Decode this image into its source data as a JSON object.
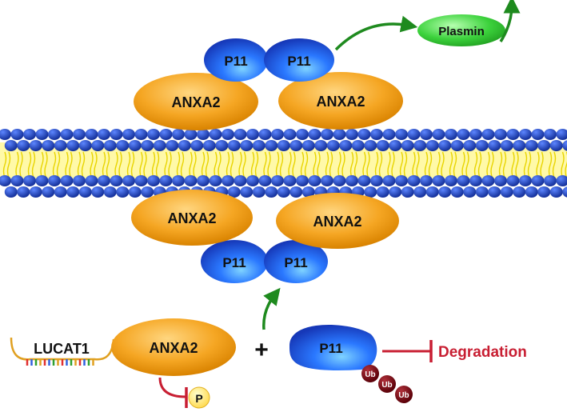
{
  "labels": {
    "anxa2": "ANXA2",
    "p11": "P11",
    "plasmin": "Plasmin",
    "lucat1": "LUCAT1",
    "plus": "+",
    "degradation": "Degradation",
    "phospho": "P",
    "ub": "Ub"
  },
  "colors": {
    "anxa2": "#f5a623",
    "p11": "#1f56e0",
    "plasmin": "#3cd23c",
    "membrane_head": "#1a3fb5",
    "membrane_tail": "#f2f21a",
    "arrow": "#1e8a1e",
    "inhibition": "#c81e32",
    "ub": "#7a0c14"
  },
  "icons": [
    "activation-arrow",
    "inhibition-bar"
  ]
}
